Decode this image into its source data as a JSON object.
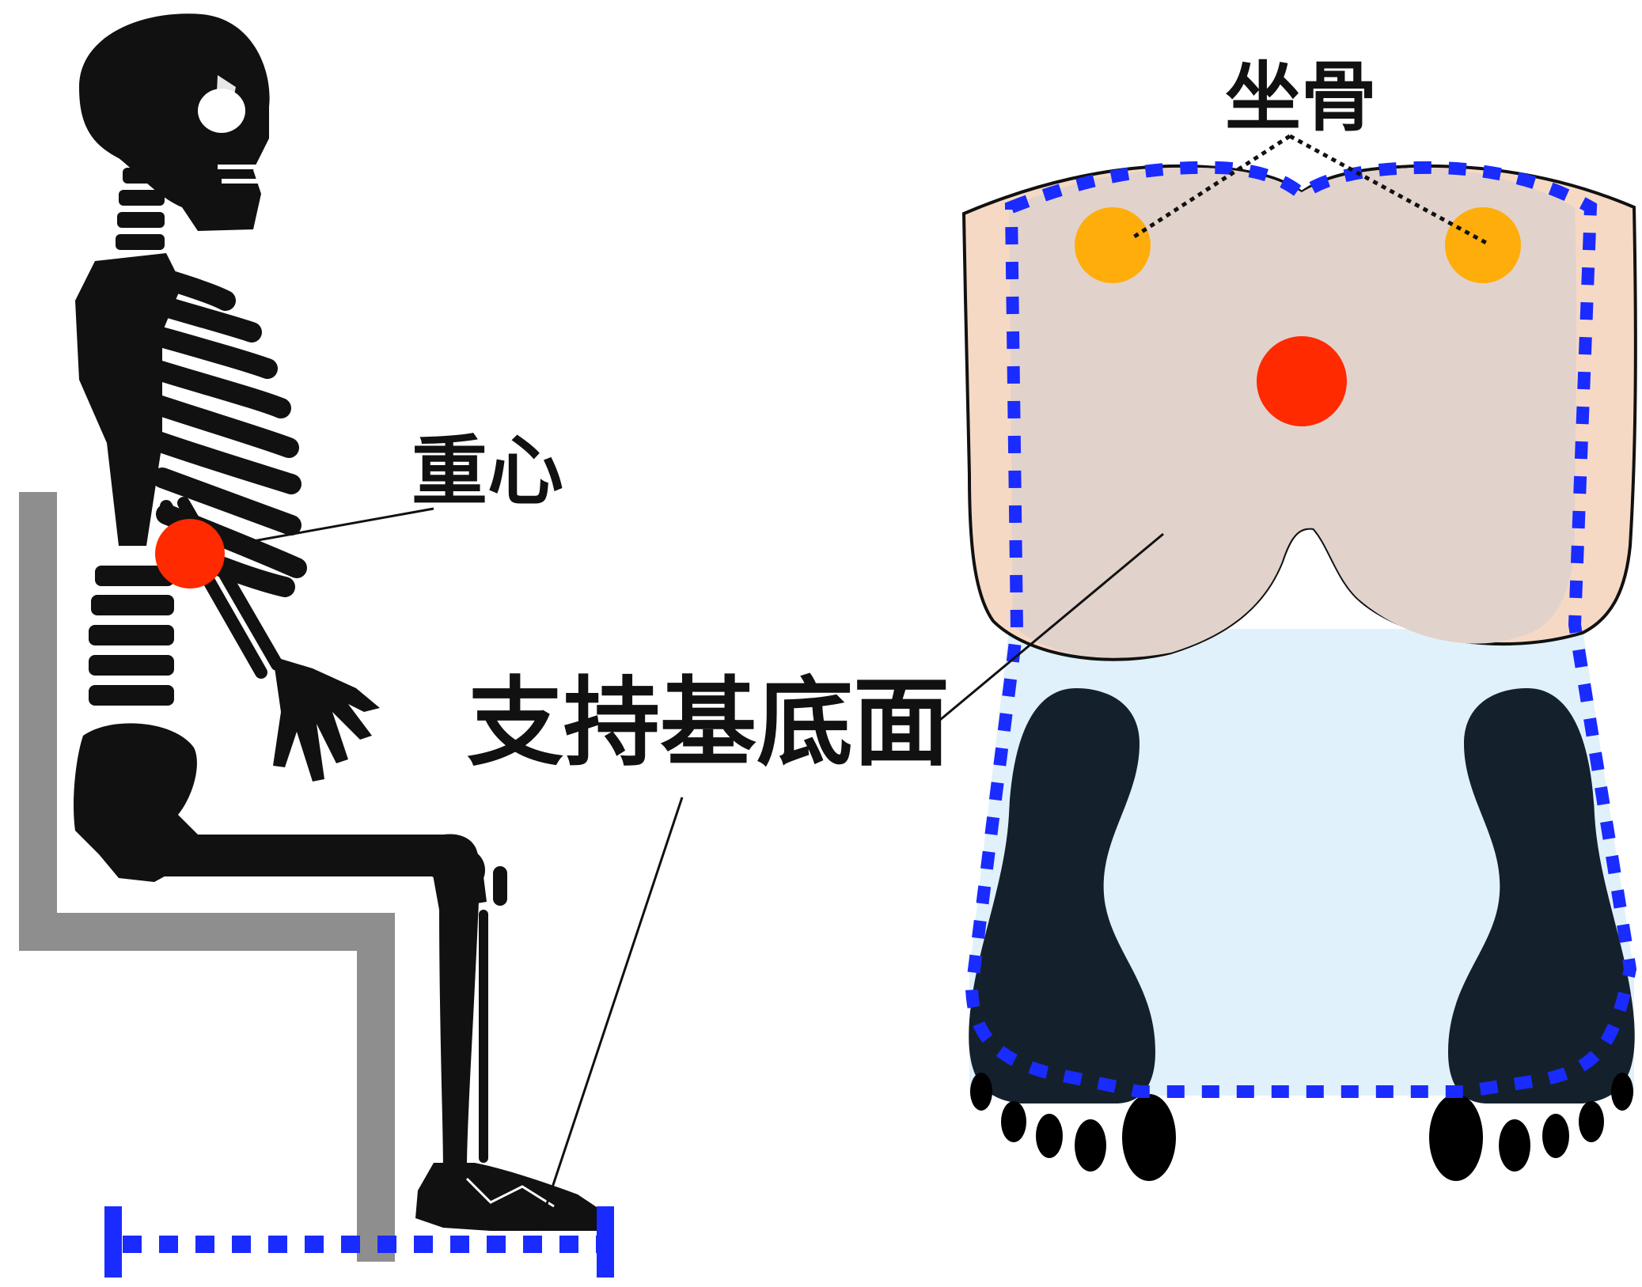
{
  "labels": {
    "center_of_gravity": "重心",
    "base_of_support": "支持基底面",
    "ischium": "坐骨"
  },
  "colors": {
    "skeleton": "#111111",
    "chair": "#8e8e8e",
    "center_of_gravity_dot": "#ff2a00",
    "ischium_dot": "#ffad0a",
    "support_outline": "#1a2bff",
    "buttocks_fill": "#f6d9c4",
    "buttocks_overlay": "#e2d2cc",
    "floor_fill": "#e0f1fb",
    "feet": "#14212c",
    "toes": "#000000",
    "leader_line": "#111111"
  },
  "icons": {
    "skeleton": "seated-skeleton-icon",
    "chair": "chair-icon",
    "feet": "footprint-icon"
  }
}
